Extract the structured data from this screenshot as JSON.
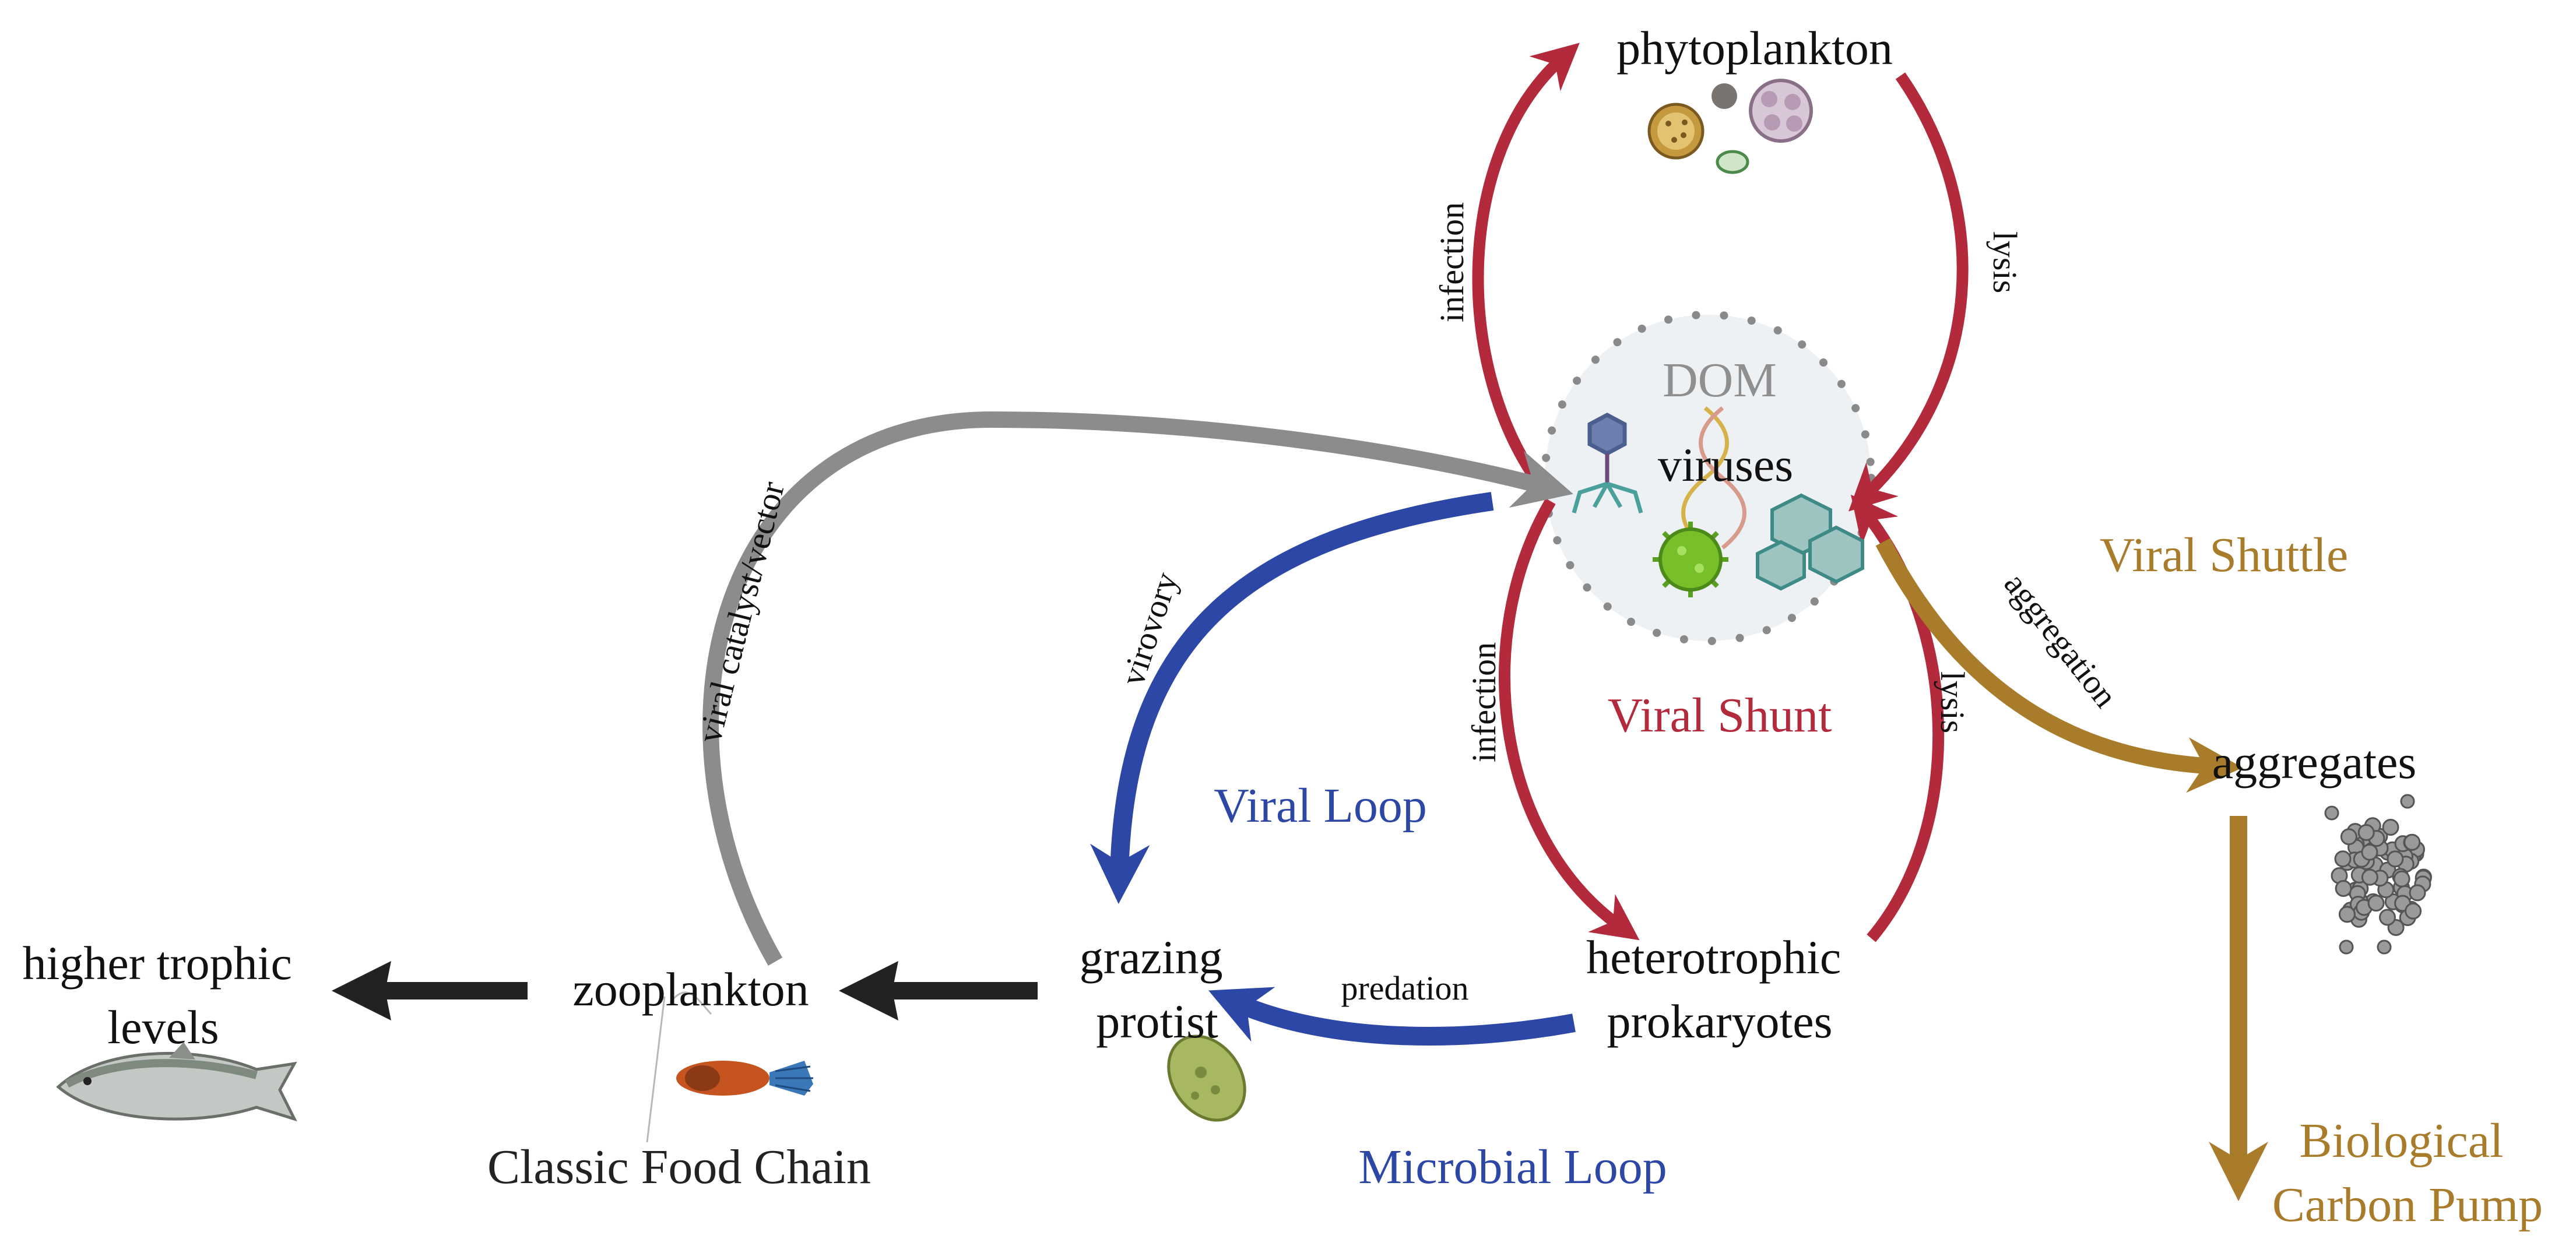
{
  "nodes": {
    "phytoplankton": "phytoplankton",
    "dom": "DOM",
    "viruses": "viruses",
    "aggregates": "aggregates",
    "grazing_protist": [
      "grazing",
      "protist"
    ],
    "heterotrophic_prokaryotes": [
      "heterotrophic",
      "prokaryotes"
    ],
    "zooplankton": "zooplankton",
    "higher_trophic_levels": [
      "higher trophic",
      "levels"
    ]
  },
  "edges": {
    "infection_top": "infection",
    "lysis_top": "lysis",
    "infection_bottom": "infection",
    "lysis_bottom": "lysis",
    "aggregation": "aggregation",
    "virovory": "virovory",
    "viral_catalyst": "viral catalyst/vector",
    "predation": "predation"
  },
  "regions": {
    "viral_shunt": "Viral Shunt",
    "viral_shuttle": "Viral Shuttle",
    "viral_loop": "Viral Loop",
    "microbial_loop": "Microbial Loop",
    "classic_food_chain": "Classic Food Chain",
    "biological_carbon_pump": [
      "Biological",
      "Carbon Pump"
    ]
  },
  "colors": {
    "shunt_red": "#b22a3c",
    "loop_blue": "#2c47a6",
    "shuttle_gold": "#a97c2c",
    "catalyst_gray": "#8c8c8c",
    "food_chain_black": "#222222"
  },
  "icons": [
    "diatom-icon",
    "coccolith-icon",
    "phage-icon",
    "dna-icon",
    "coronavirus-icon",
    "giant-virus-icon",
    "particle-cluster-icon",
    "protist-cell-icon",
    "copepod-icon",
    "salmon-icon"
  ]
}
